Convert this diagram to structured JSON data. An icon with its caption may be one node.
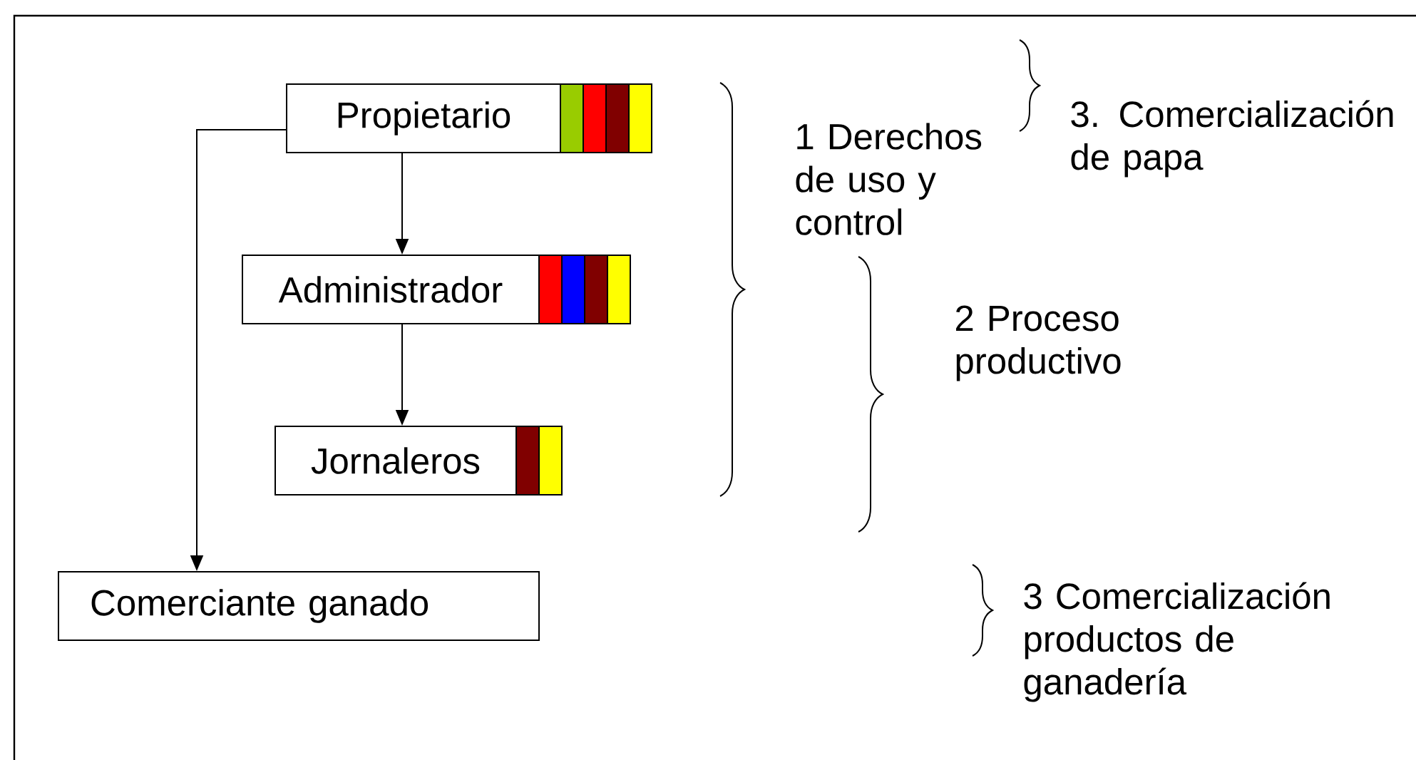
{
  "diagram": {
    "nodes": [
      {
        "text": [
          "Propietario"
        ]
      },
      {
        "text": [
          "Administrador"
        ]
      },
      {
        "text": [
          "Jornaleros"
        ]
      },
      {
        "text": [
          "Comerciante ganado"
        ]
      }
    ],
    "edges": [
      {
        "from": 0,
        "to": 1,
        "arrow": "to"
      },
      {
        "from": 1,
        "to": 2,
        "arrow": "to"
      },
      {
        "from": 0,
        "to": 3,
        "arrow": "to"
      }
    ],
    "labels": [
      "3. Comercialización de papa",
      "1 Derechos de uso y control",
      "2 Proceso productivo",
      "3 Comercialización productos de ganadería"
    ]
  }
}
